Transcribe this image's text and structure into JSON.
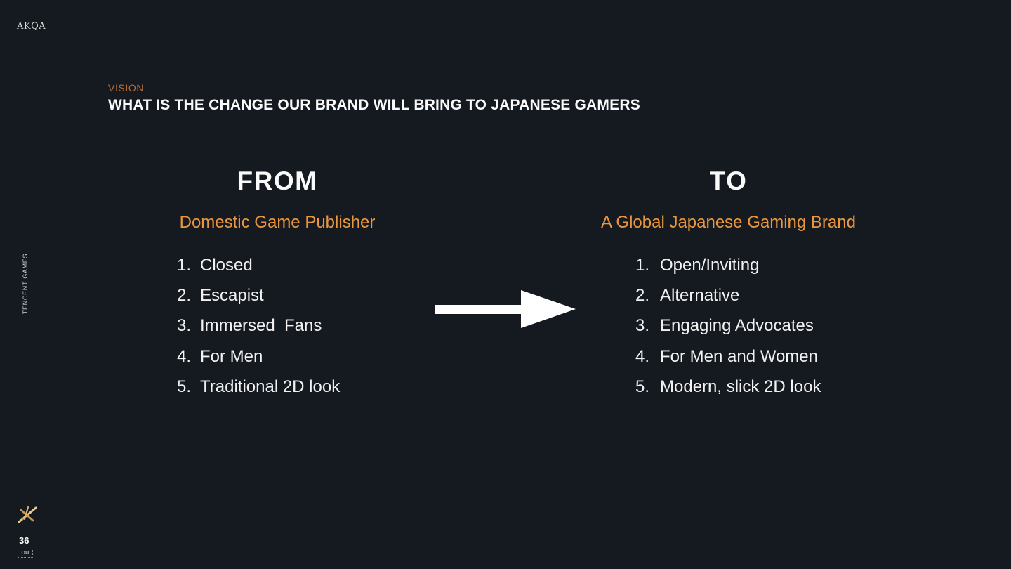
{
  "slide": {
    "brand_logo": "AKQA",
    "vertical_label": "TENCENT GAMES",
    "eyebrow": "VISION",
    "title": "WHAT IS THE CHANGE OUR BRAND WILL BRING TO JAPANESE GAMERS",
    "page_number": "36",
    "stamp_text": "OU"
  },
  "colors": {
    "background": "#151A21",
    "accent_orange": "#E9963E",
    "eyebrow_copper": "#B96F3B",
    "text_white": "#F1F1F1",
    "spark_gold": "#D9AE6B",
    "arrow_white": "#FFFFFF"
  },
  "icons": {
    "arrow": "right-arrow-icon",
    "spark": "spark-icon",
    "stamp": "stamp-icon"
  },
  "comparison": {
    "from": {
      "heading": "FROM",
      "subtitle": "Domestic Game Publisher",
      "items": [
        {
          "n": "1.",
          "t": "Closed"
        },
        {
          "n": "2.",
          "t": "Escapist"
        },
        {
          "n": "3.",
          "t": "Immersed  Fans"
        },
        {
          "n": "4.",
          "t": "For Men"
        },
        {
          "n": "5.",
          "t": "Traditional 2D look"
        }
      ]
    },
    "to": {
      "heading": "TO",
      "subtitle": "A Global Japanese Gaming Brand",
      "items": [
        {
          "n": "1.",
          "t": "Open/Inviting"
        },
        {
          "n": "2.",
          "t": "Alternative"
        },
        {
          "n": "3.",
          "t": "Engaging Advocates"
        },
        {
          "n": "4.",
          "t": "For Men and Women"
        },
        {
          "n": "5.",
          "t": "Modern, slick 2D look"
        }
      ]
    }
  }
}
